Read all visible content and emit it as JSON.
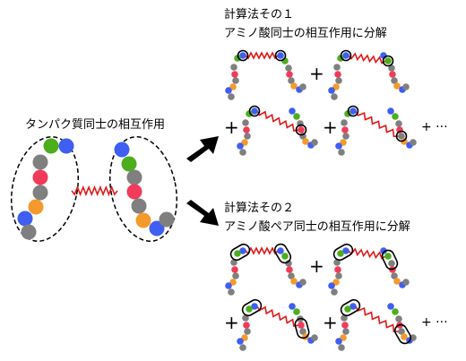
{
  "colors": {
    "blue": "#3f5ef2",
    "green": "#4cae1d",
    "gray": "#7f7f7f",
    "red": "#f23a5a",
    "orange": "#f49a2c",
    "spring": "#e31818",
    "outline": "#000000"
  },
  "left": {
    "title": "タンパク質同士の相互作用"
  },
  "method1": {
    "title_line1": "計算法その１",
    "title_line2": "アミノ酸同士の相互作用に分解"
  },
  "method2": {
    "title_line1": "計算法その２",
    "title_line2": "アミノ酸ペア同士の相互作用に分解"
  },
  "symbols": {
    "plus": "+",
    "ellipsis": "+ ···"
  }
}
